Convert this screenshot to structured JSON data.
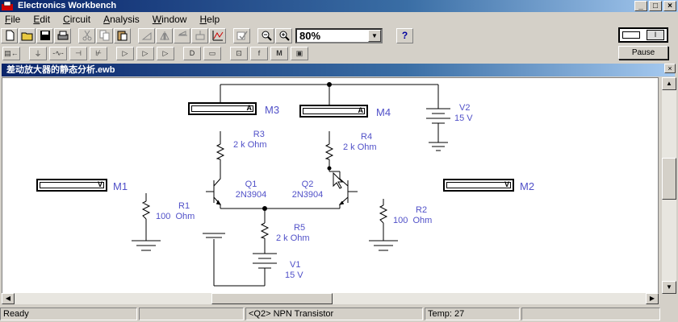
{
  "app": {
    "title": "Electronics Workbench"
  },
  "window_controls": {
    "minimize": "_",
    "maximize": "□",
    "close": "×"
  },
  "menu": [
    {
      "label": "File",
      "underline": "F",
      "rest": "ile"
    },
    {
      "label": "Edit",
      "underline": "E",
      "rest": "dit"
    },
    {
      "label": "Circuit",
      "underline": "C",
      "rest": "ircuit"
    },
    {
      "label": "Analysis",
      "underline": "A",
      "rest": "nalysis"
    },
    {
      "label": "Window",
      "underline": "W",
      "rest": "indow"
    },
    {
      "label": "Help",
      "underline": "H",
      "rest": "elp"
    }
  ],
  "toolbar": {
    "zoom_value": "80%",
    "help_label": "?",
    "pause_label": "Pause",
    "power_on_label": "I",
    "icons_row1": [
      "new-file-icon",
      "open-folder-icon",
      "save-icon",
      "print-icon",
      "cut-icon",
      "copy-icon",
      "paste-icon",
      "rotate-icon",
      "flip-horizontal-icon",
      "flip-vertical-icon",
      "subcircuit-icon",
      "graph-icon",
      "component-properties-icon",
      "zoom-out-icon",
      "zoom-in-icon"
    ],
    "icons_row2": [
      "parts-bin-toggle-icon",
      "sources-bin-icon",
      "basic-bin-icon",
      "diodes-bin-icon",
      "transistors-bin-icon",
      "analog-ics-bin-icon",
      "mixed-ics-bin-icon",
      "digital-ics-bin-icon",
      "logic-gates-bin-icon",
      "digital-bin-icon",
      "indicators-bin-icon",
      "controls-bin-icon",
      "misc-bin-icon",
      "instruments-bin-icon"
    ]
  },
  "document": {
    "title": "差动放大器的静态分析.ewb",
    "close": "×"
  },
  "circuit": {
    "meters": [
      {
        "name": "M3",
        "mode": "A"
      },
      {
        "name": "M4",
        "mode": "A"
      },
      {
        "name": "M1",
        "mode": "V"
      },
      {
        "name": "M2",
        "mode": "V"
      }
    ],
    "components": {
      "R3": {
        "name": "R3",
        "value": "2 k Ohm"
      },
      "R4": {
        "name": "R4",
        "value": "2 k Ohm"
      },
      "R1": {
        "name": "R1",
        "value": "100  Ohm"
      },
      "R2": {
        "name": "R2",
        "value": "100  Ohm"
      },
      "R5": {
        "name": "R5",
        "value": "2 k Ohm"
      },
      "Q1": {
        "name": "Q1",
        "value": "2N3904"
      },
      "Q2": {
        "name": "Q2",
        "value": "2N3904"
      },
      "V1": {
        "name": "V1",
        "value": "15 V"
      },
      "V2": {
        "name": "V2",
        "value": "15 V"
      }
    },
    "accent_color": "#5050c8"
  },
  "status": {
    "ready": "Ready",
    "panel2": "",
    "selection": "<Q2> NPN Transistor",
    "temperature": "Temp:  27",
    "panel5": ""
  }
}
